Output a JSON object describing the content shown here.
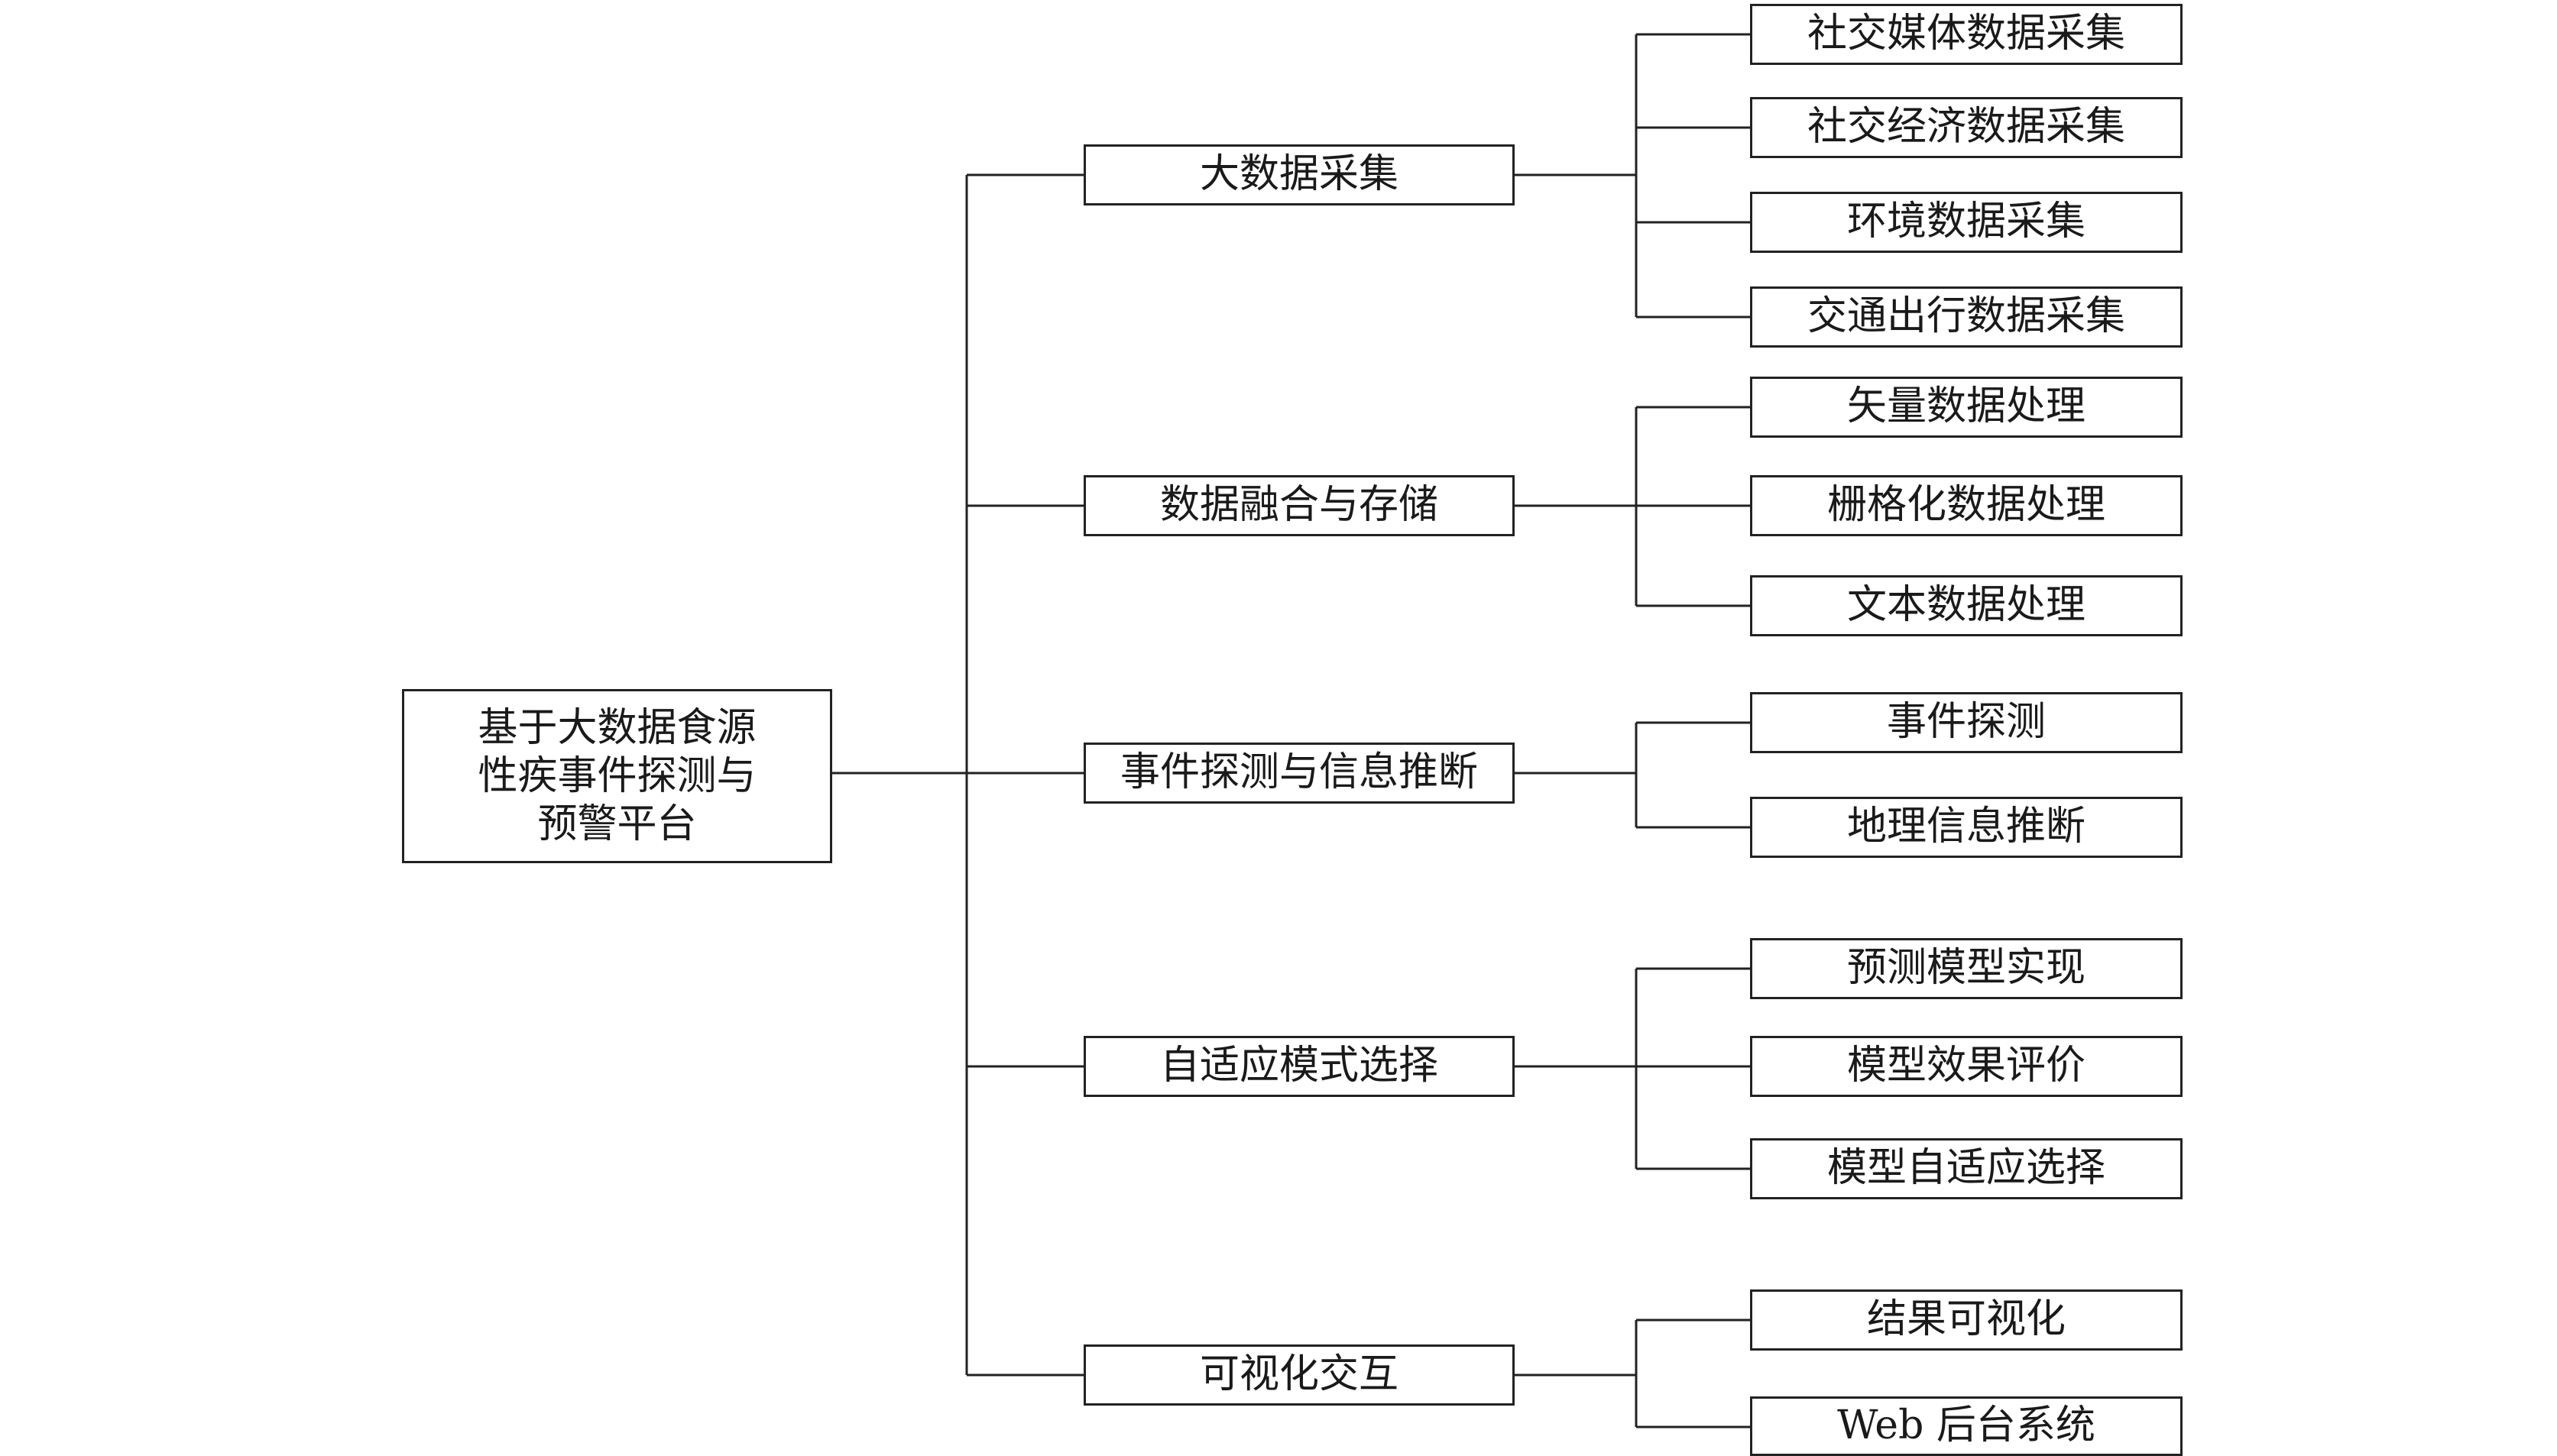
{
  "root": {
    "lines": [
      "基于大数据食源",
      "性疾事件探测与",
      "预警平台"
    ]
  },
  "modules": [
    {
      "label": "大数据采集",
      "children": [
        "社交媒体数据采集",
        "社交经济数据采集",
        "环境数据采集",
        "交通出行数据采集"
      ]
    },
    {
      "label": "数据融合与存储",
      "children": [
        "矢量数据处理",
        "栅格化数据处理",
        "文本数据处理"
      ]
    },
    {
      "label": "事件探测与信息推断",
      "children": [
        "事件探测",
        "地理信息推断"
      ]
    },
    {
      "label": "自适应模式选择",
      "children": [
        "预测模型实现",
        "模型效果评价",
        "模型自适应选择"
      ]
    },
    {
      "label": "可视化交互",
      "children": [
        "结果可视化",
        "Web 后台系统"
      ]
    }
  ]
}
